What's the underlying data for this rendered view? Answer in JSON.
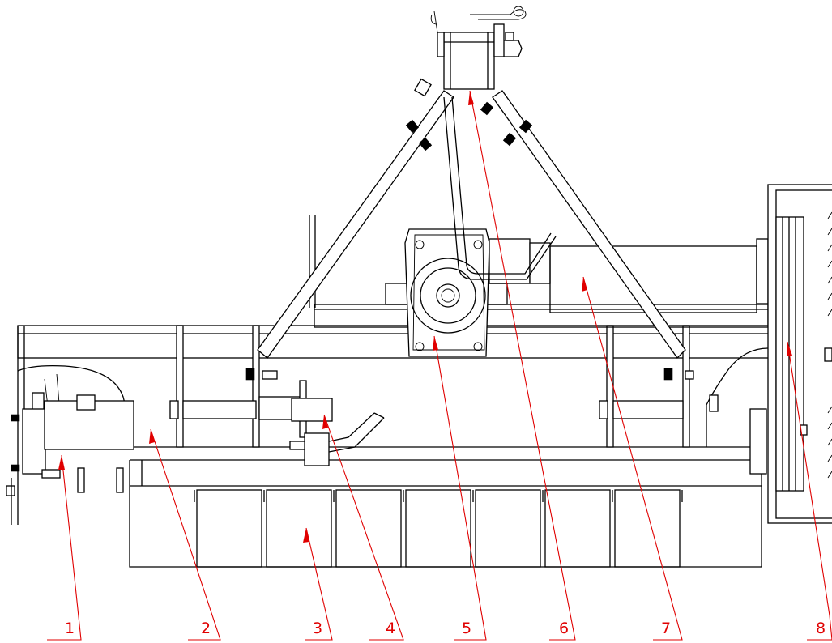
{
  "callouts": [
    {
      "label": "1"
    },
    {
      "label": "2"
    },
    {
      "label": "3"
    },
    {
      "label": "4"
    },
    {
      "label": "5"
    },
    {
      "label": "6"
    },
    {
      "label": "7"
    },
    {
      "label": "8"
    }
  ],
  "colors": {
    "line": "#000000",
    "callout": "#e00000",
    "background": "#ffffff"
  }
}
